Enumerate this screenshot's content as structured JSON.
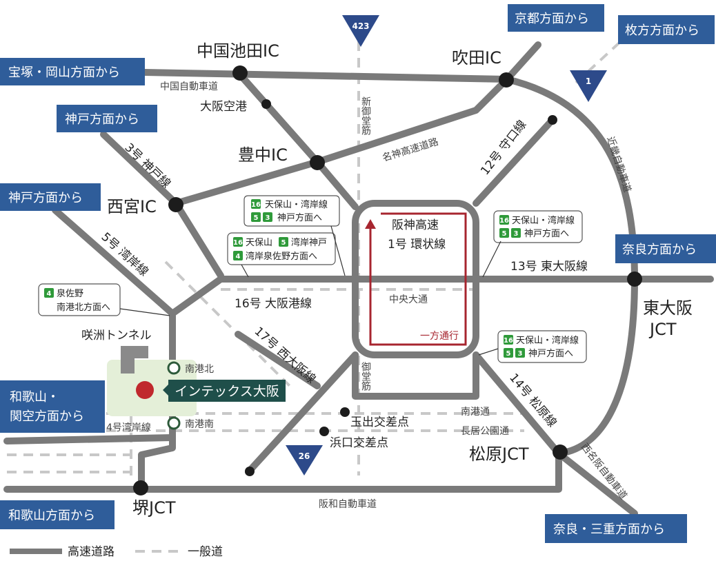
{
  "interchanges": {
    "chugoku_ikeda": "中国池田IC",
    "suita": "吹田IC",
    "toyonaka": "豊中IC",
    "nishinomiya": "西宮IC",
    "higashiosaka": "東大阪",
    "higashiosaka2": "JCT",
    "matsubara": "松原JCT",
    "sakai": "堺JCT"
  },
  "points": {
    "airport": "大阪空港",
    "tamade": "玉出交差点",
    "hamaguchi": "浜口交差点",
    "nankokita": "南港北",
    "nankominami": "南港南",
    "tunnel": "咲洲トンネル"
  },
  "directions": {
    "takarazuka": "宝塚・岡山方面から",
    "kobe1": "神戸方面から",
    "kobe2": "神戸方面から",
    "kyoto": "京都方面から",
    "hirakata": "枚方方面から",
    "nara": "奈良方面から",
    "wakayama_kanku1": "和歌山・",
    "wakayama_kanku2": "関空方面から",
    "wakayama": "和歌山方面から",
    "nara_mie": "奈良・三重方面から"
  },
  "roads": {
    "chugoku": "中国自動車道",
    "meishin": "名神高速道路",
    "kintetsu": "近畿自動車道",
    "nishimeihan": "西名阪自動車道",
    "hanwa": "阪和自動車道",
    "r3": "3号 神戸線",
    "r5": "5号 湾岸線",
    "r12": "12号 守口線",
    "r13": "13号 東大阪線",
    "r16": "16号 大阪港線",
    "r17": "17号 西大阪線",
    "r14": "14号 松原線",
    "r4": "4号湾岸線",
    "shinmido": "新御堂筋",
    "mido": "御堂筋",
    "chuo": "中央大通",
    "nankodori": "南港通",
    "nagai": "長居公園通",
    "loop1": "阪神高速",
    "loop2": "1号 環状線",
    "oneway": "一方通行"
  },
  "route_markers": {
    "r423": "423",
    "r1": "1",
    "r26": "26"
  },
  "signs": {
    "s1": {
      "a": "天保山・湾岸線",
      "b": "神戸方面へ"
    },
    "s2": {
      "a": "天保山",
      "a2": "湾岸神戸",
      "b": "湾岸泉佐野方面へ"
    },
    "s3": {
      "a": "天保山・湾岸線",
      "b": "神戸方面へ"
    },
    "s4": {
      "a": "天保山・湾岸線",
      "b": "神戸方面へ"
    },
    "s5": {
      "a": "泉佐野",
      "b": "南港北方面へ"
    }
  },
  "shields": {
    "n16": "16",
    "n5": "5",
    "n3": "3",
    "n4": "4"
  },
  "destination": "インテックス大阪",
  "legend": {
    "highway": "高速道路",
    "general": "一般道"
  },
  "colors": {
    "highway": "#7a7a7a",
    "general_road": "#c8c8c8",
    "direction_box": "#2f5d9a",
    "destination": "#1f4f4a",
    "marker": "#c0282d",
    "oneway": "#a7252f"
  }
}
